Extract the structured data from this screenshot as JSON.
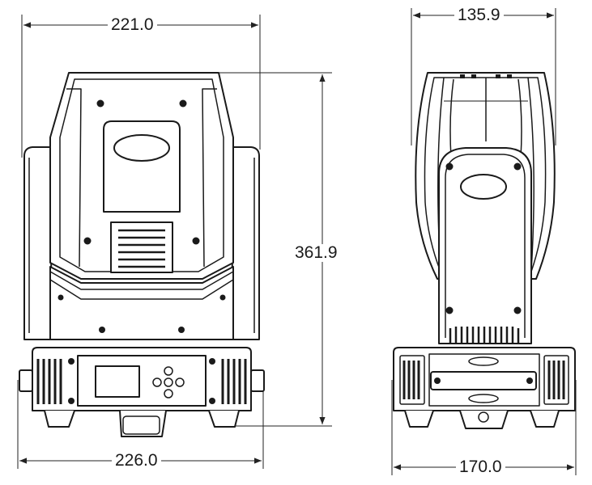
{
  "dimensions": {
    "front_top_width": "221.0",
    "front_height": "361.9",
    "front_base_width": "226.0",
    "side_top_width": "135.9",
    "side_base_width": "170.0"
  }
}
